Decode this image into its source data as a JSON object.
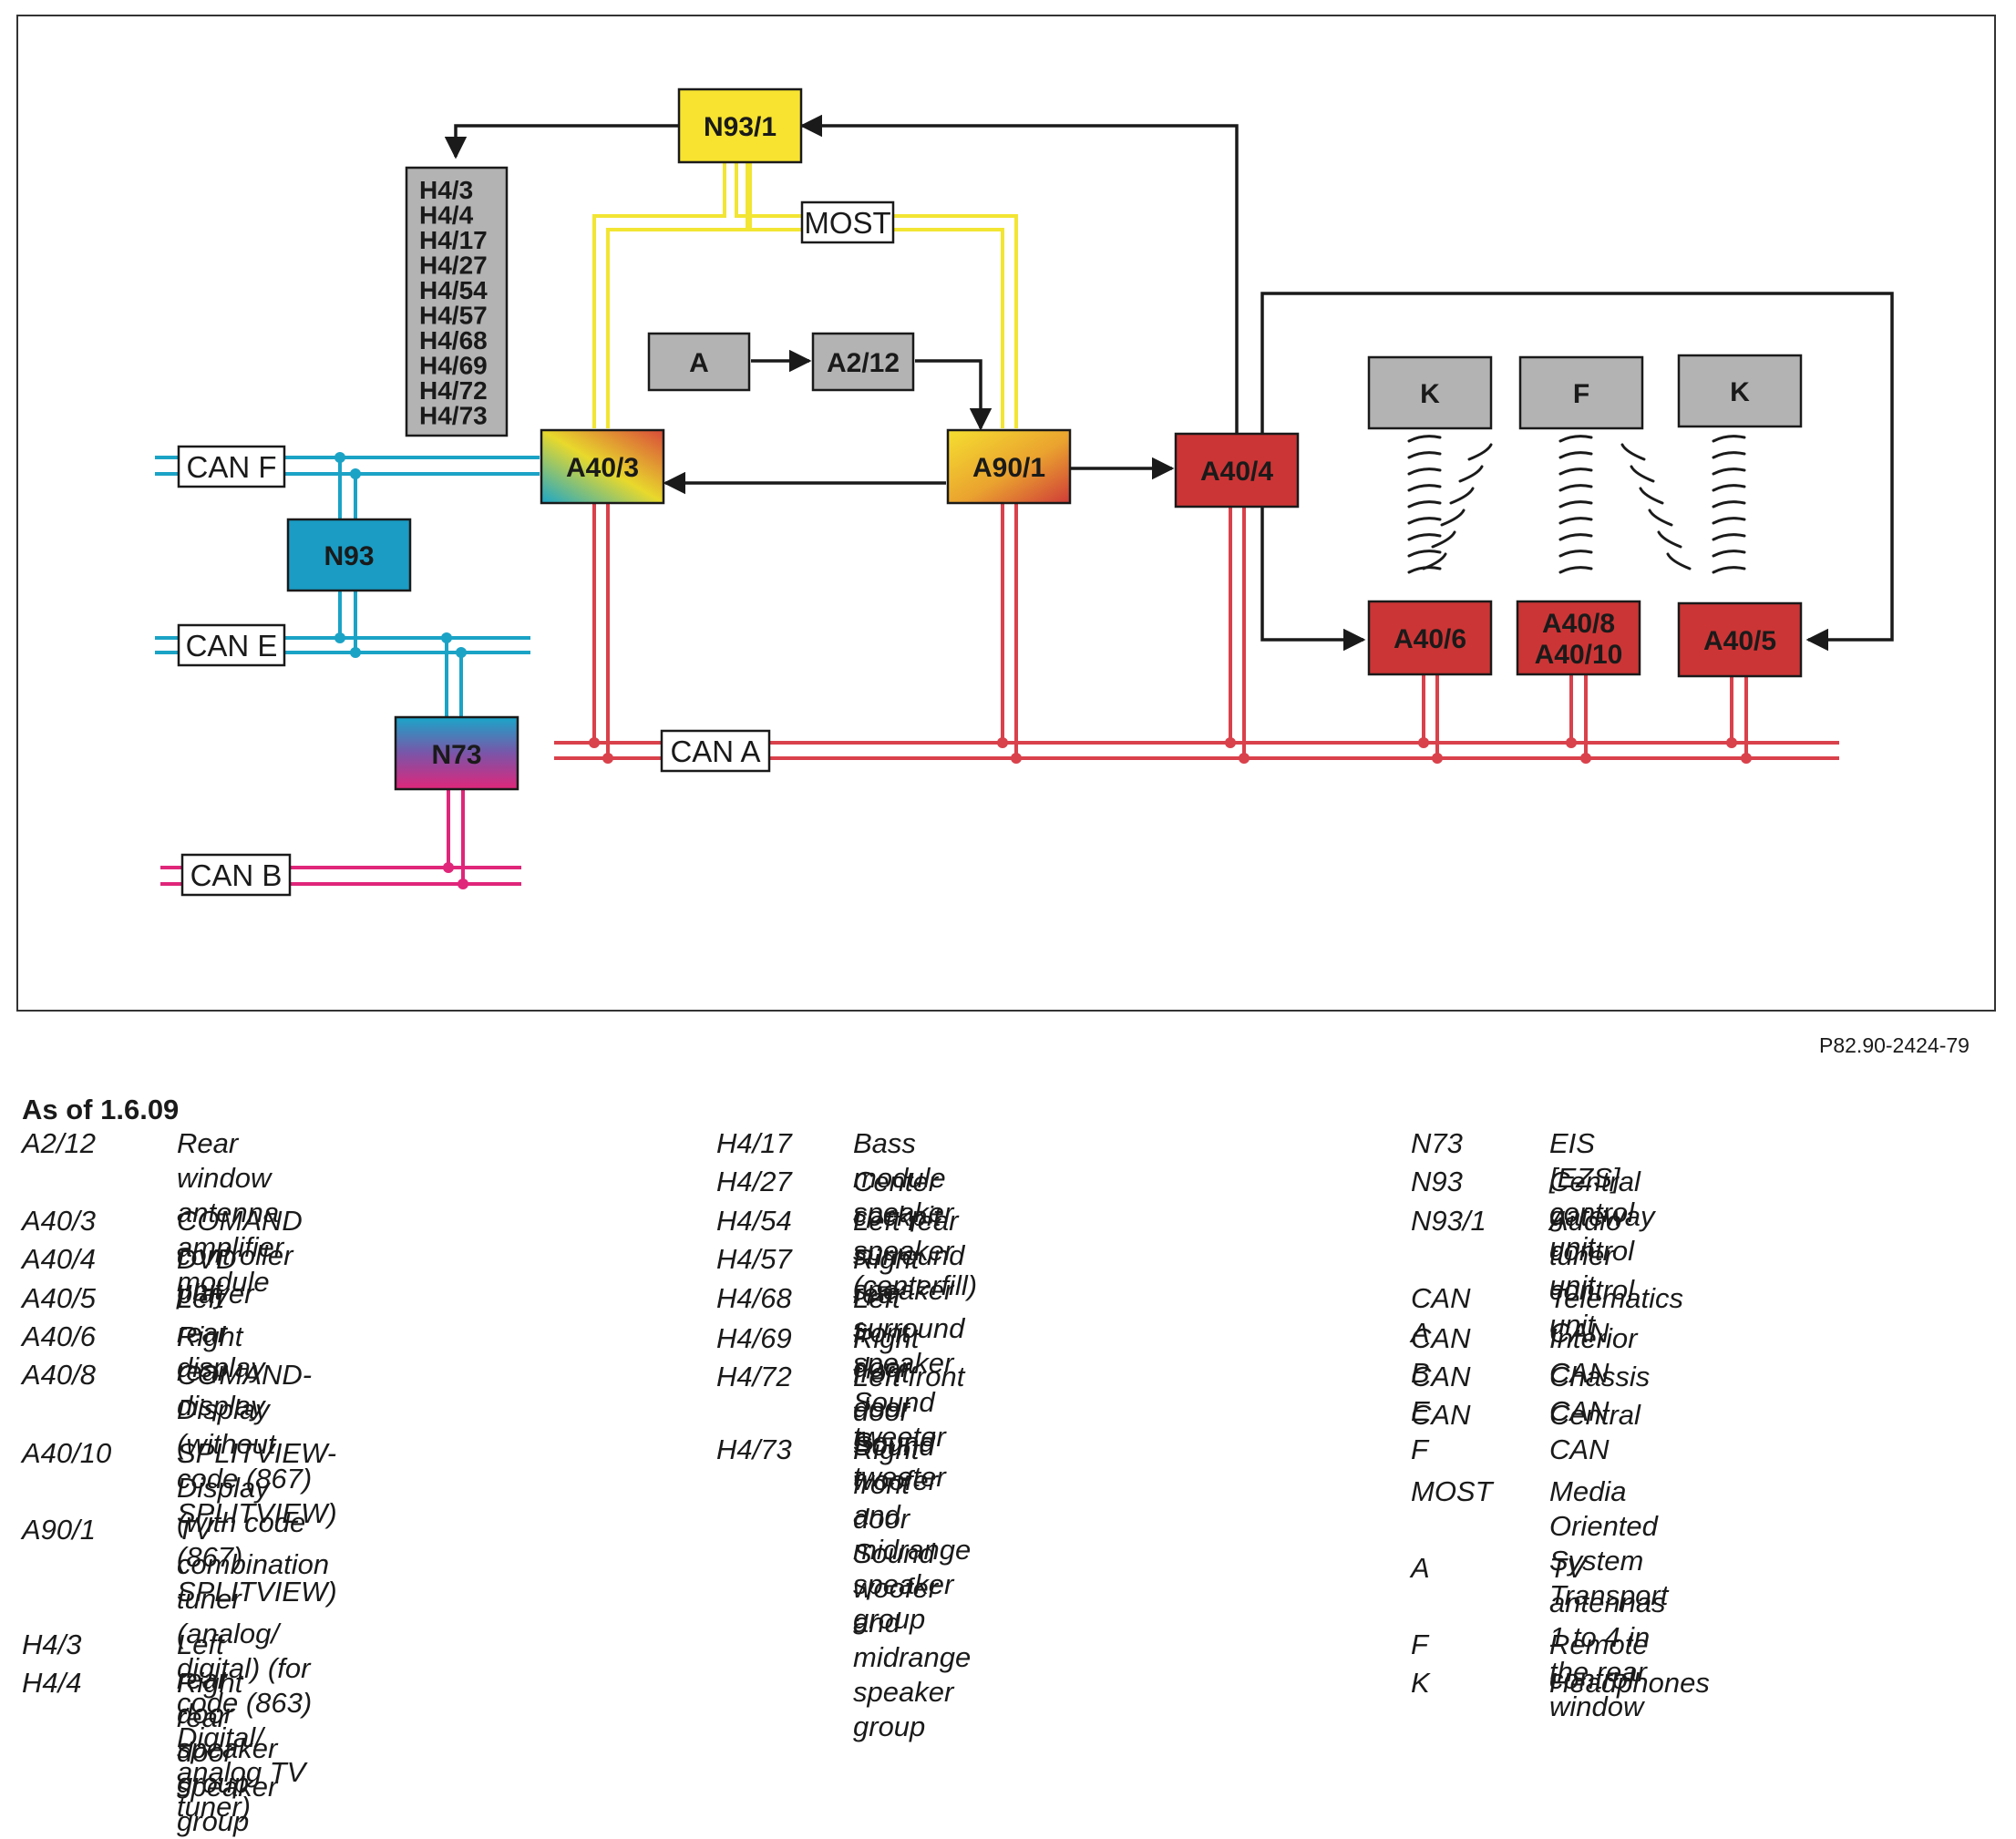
{
  "diagram": {
    "nodes": {
      "n93_1": "N93/1",
      "a40_3": "A40/3",
      "a90_1": "A90/1",
      "a40_4": "A40/4",
      "n93": "N93",
      "n73": "N73",
      "a": "A",
      "a2_12": "A2/12",
      "k_left": "K",
      "f": "F",
      "k_right": "K",
      "a40_6": "A40/6",
      "a40_8": "A40/8",
      "a40_10": "A40/10",
      "a40_5": "A40/5"
    },
    "speaker_list": [
      "H4/3",
      "H4/4",
      "H4/17",
      "H4/27",
      "H4/54",
      "H4/57",
      "H4/68",
      "H4/69",
      "H4/72",
      "H4/73"
    ],
    "bus_labels": {
      "most": "MOST",
      "can_f": "CAN F",
      "can_e": "CAN E",
      "can_a": "CAN A",
      "can_b": "CAN B"
    },
    "colors": {
      "can_a": "#d9414b",
      "can_b": "#e0267a",
      "can_e_f": "#1ba3c6",
      "most": "#f2e533",
      "red_unit": "#cc3535",
      "gray_unit": "#b3b3b3",
      "yellow_unit": "#f7e330",
      "n93_unit": "#1a9cc4"
    },
    "reference": "P82.90-2424-79"
  },
  "legend": {
    "heading": "As of 1.6.09",
    "col1": [
      {
        "code": "A2/12",
        "desc": "Rear window antenna amplifier\nmodule"
      },
      {
        "code": "A40/3",
        "desc": "COMAND controller unit"
      },
      {
        "code": "A40/4",
        "desc": "DVD player"
      },
      {
        "code": "A40/5",
        "desc": "Left rear display"
      },
      {
        "code": "A40/6",
        "desc": "Right rear display"
      },
      {
        "code": "A40/8",
        "desc": "COMAND-Display\n(without code (867) SPLITVIEW)"
      },
      {
        "code": "A40/10",
        "desc": "SPLITVIEW-Display\n(with code (867) SPLITVIEW)"
      },
      {
        "code": "A90/1",
        "desc": "TV combination tuner (analog/\ndigital) (for code (863) Digital/\nanalog TV tuner)"
      },
      {
        "code": "H4/3",
        "desc": "Left rear door speaker group"
      },
      {
        "code": "H4/4",
        "desc": "Right rear door speaker group"
      }
    ],
    "col2": [
      {
        "code": "H4/17",
        "desc": "Bass module speaker"
      },
      {
        "code": "H4/27",
        "desc": "Center cockpit speaker (centerfill)"
      },
      {
        "code": "H4/54",
        "desc": "Left rear surround speaker"
      },
      {
        "code": "H4/57",
        "desc": "Right rear surround speaker"
      },
      {
        "code": "H4/68",
        "desc": "Left front door Sound tweeter"
      },
      {
        "code": "H4/69",
        "desc": "Right front door Sound tweeter"
      },
      {
        "code": "H4/72",
        "desc": "Left front door Sound woofer\nand midrange speaker group"
      },
      {
        "code": "H4/73",
        "desc": "Right front door Sound woofer\nand midrange speaker group"
      }
    ],
    "col3": [
      {
        "code": "N73",
        "desc": "EIS [EZS] control unit"
      },
      {
        "code": "N93",
        "desc": "Central gateway control unit"
      },
      {
        "code": "N93/1",
        "desc": "Audio tuner control unit"
      },
      {
        "code": "CAN A",
        "desc": "Telematics CAN"
      },
      {
        "code": "CAN B",
        "desc": "Interior CAN"
      },
      {
        "code": "CAN E",
        "desc": "Chassis CAN"
      },
      {
        "code": "CAN F",
        "desc": "Central CAN"
      },
      {
        "code": "MOST",
        "desc": "Media Oriented System Transport"
      },
      {
        "code": "A",
        "desc": "TV antennas 1 to 4 in the rear\nwindow"
      },
      {
        "code": "F",
        "desc": "Remote control"
      },
      {
        "code": "K",
        "desc": "Headphones"
      }
    ]
  }
}
